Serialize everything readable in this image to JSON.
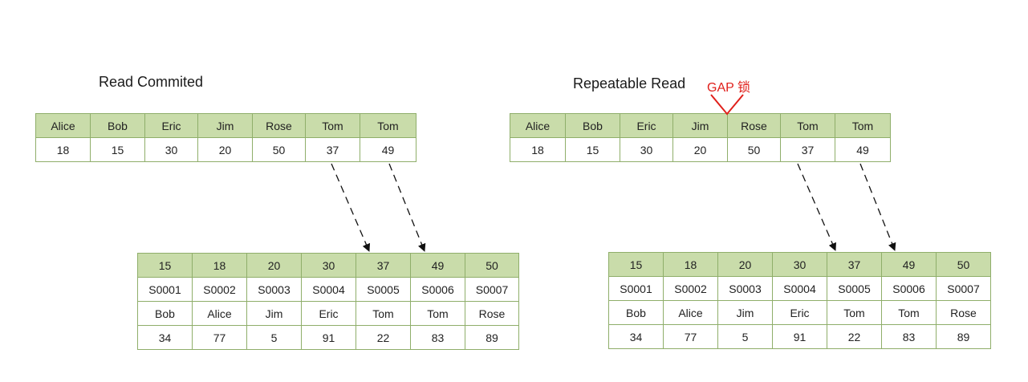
{
  "left": {
    "title": "Read Commited",
    "index": {
      "names": [
        "Alice",
        "Bob",
        "Eric",
        "Jim",
        "Rose",
        "Tom",
        "Tom"
      ],
      "ages": [
        "18",
        "15",
        "30",
        "20",
        "50",
        "37",
        "49"
      ]
    },
    "main": {
      "ids": [
        "15",
        "18",
        "20",
        "30",
        "37",
        "49",
        "50"
      ],
      "codes": [
        "S0001",
        "S0002",
        "S0003",
        "S0004",
        "S0005",
        "S0006",
        "S0007"
      ],
      "names": [
        "Bob",
        "Alice",
        "Jim",
        "Eric",
        "Tom",
        "Tom",
        "Rose"
      ],
      "scores": [
        "34",
        "77",
        "5",
        "91",
        "22",
        "83",
        "89"
      ]
    }
  },
  "right": {
    "title": "Repeatable Read",
    "gap_label": "GAP 锁",
    "index": {
      "names": [
        "Alice",
        "Bob",
        "Eric",
        "Jim",
        "Rose",
        "Tom",
        "Tom"
      ],
      "ages": [
        "18",
        "15",
        "30",
        "20",
        "50",
        "37",
        "49"
      ]
    },
    "main": {
      "ids": [
        "15",
        "18",
        "20",
        "30",
        "37",
        "49",
        "50"
      ],
      "codes": [
        "S0001",
        "S0002",
        "S0003",
        "S0004",
        "S0005",
        "S0006",
        "S0007"
      ],
      "names": [
        "Bob",
        "Alice",
        "Jim",
        "Eric",
        "Tom",
        "Tom",
        "Rose"
      ],
      "scores": [
        "34",
        "77",
        "5",
        "91",
        "22",
        "83",
        "89"
      ]
    }
  },
  "colors": {
    "header_fill": "#c9dcaa",
    "border": "#8fae6a",
    "gap_marker": "#e0201b"
  }
}
